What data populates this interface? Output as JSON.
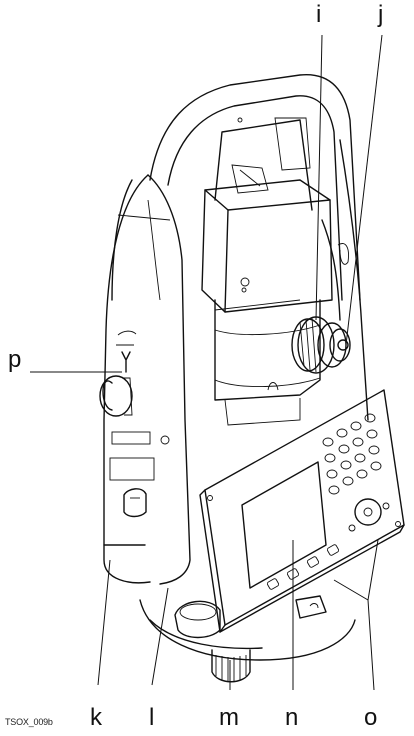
{
  "labels": {
    "i": "i",
    "j": "j",
    "p": "p",
    "k": "k",
    "l": "l",
    "m": "m",
    "n": "n",
    "o": "o"
  },
  "image_code": "TSOX_009b"
}
